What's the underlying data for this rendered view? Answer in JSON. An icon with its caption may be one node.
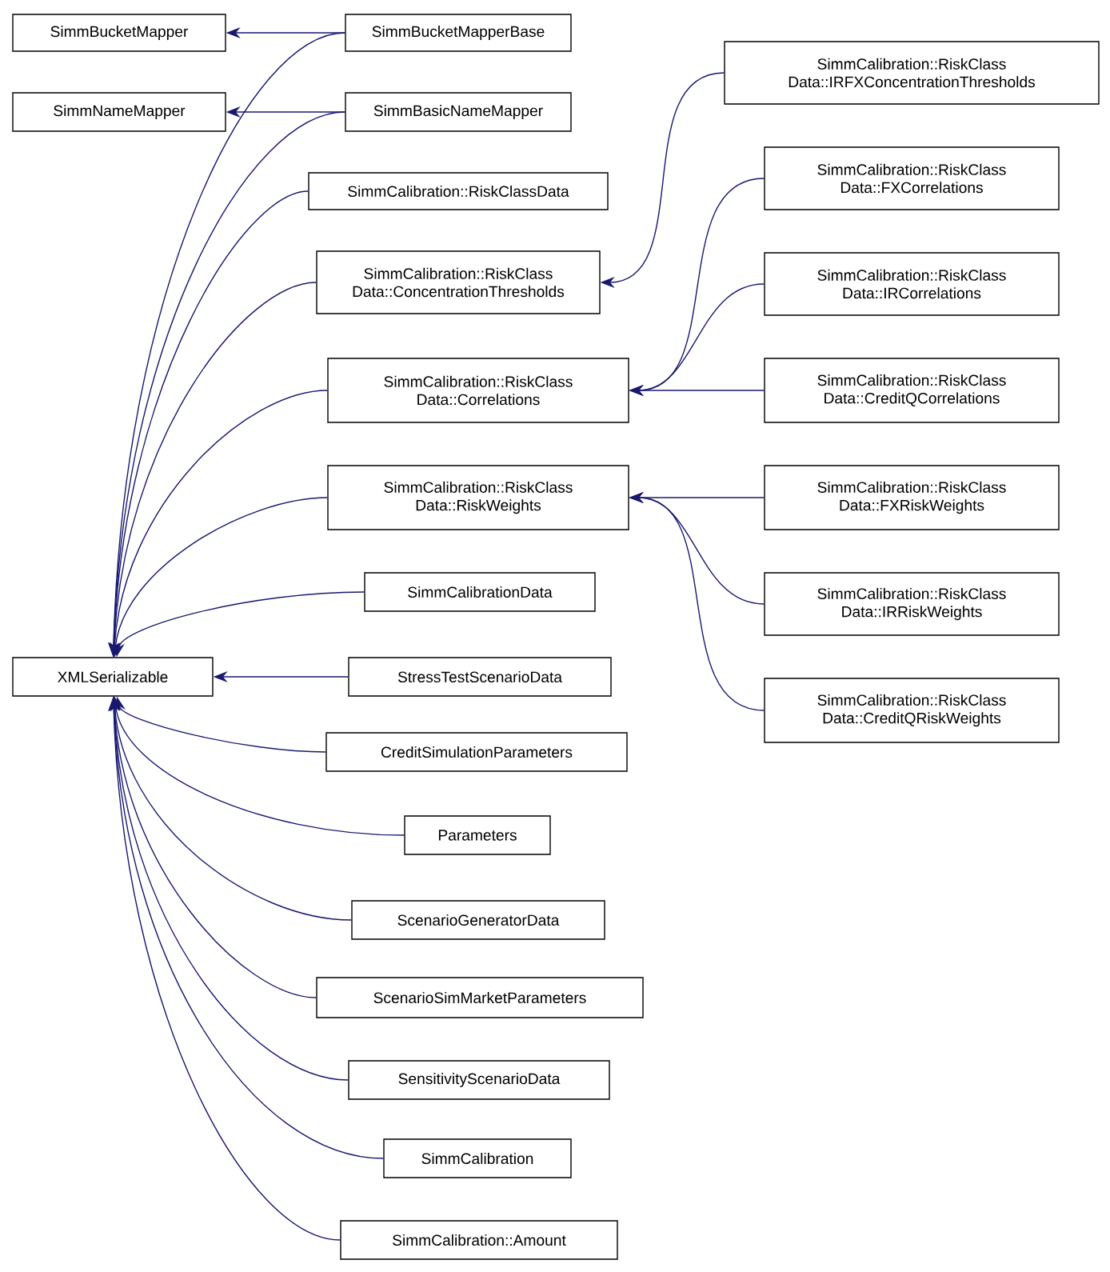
{
  "diagram": {
    "nodes": [
      {
        "text": [
          "SimmBucketMapper"
        ]
      },
      {
        "text": [
          "SimmNameMapper"
        ]
      },
      {
        "text": [
          "XMLSerializable"
        ]
      },
      {
        "text": [
          "SimmBucketMapperBase"
        ]
      },
      {
        "text": [
          "SimmBasicNameMapper"
        ]
      },
      {
        "text": [
          "SimmCalibration::RiskClassData"
        ]
      },
      {
        "text": [
          "SimmCalibration::RiskClass Data::ConcentrationThresholds"
        ]
      },
      {
        "text": [
          "SimmCalibration::RiskClass Data::Correlations"
        ]
      },
      {
        "text": [
          "SimmCalibration::RiskClass Data::RiskWeights"
        ]
      },
      {
        "text": [
          "SimmCalibrationData"
        ]
      },
      {
        "text": [
          "StressTestScenarioData"
        ]
      },
      {
        "text": [
          "CreditSimulationParameters"
        ]
      },
      {
        "text": [
          "Parameters"
        ]
      },
      {
        "text": [
          "ScenarioGeneratorData"
        ]
      },
      {
        "text": [
          "ScenarioSimMarketParameters"
        ]
      },
      {
        "text": [
          "SensitivityScenarioData"
        ]
      },
      {
        "text": [
          "SimmCalibration"
        ]
      },
      {
        "text": [
          "SimmCalibration::Amount"
        ]
      },
      {
        "text": [
          "SimmCalibration::RiskClass Data::IRFXConcentrationThresholds"
        ]
      },
      {
        "text": [
          "SimmCalibration::RiskClass Data::FXCorrelations"
        ]
      },
      {
        "text": [
          "SimmCalibration::RiskClass Data::IRCorrelations"
        ]
      },
      {
        "text": [
          "SimmCalibration::RiskClass Data::CreditQCorrelations"
        ]
      },
      {
        "text": [
          "SimmCalibration::RiskClass Data::FXRiskWeights"
        ]
      },
      {
        "text": [
          "SimmCalibration::RiskClass Data::IRRiskWeights"
        ]
      },
      {
        "text": [
          "SimmCalibration::RiskClass Data::CreditQRiskWeights"
        ]
      }
    ],
    "edges": [
      {
        "from": 3,
        "to": 0,
        "arrow": "to"
      },
      {
        "from": 4,
        "to": 1,
        "arrow": "to"
      },
      {
        "from": 3,
        "to": 2,
        "arrow": "to"
      },
      {
        "from": 4,
        "to": 2,
        "arrow": "to"
      },
      {
        "from": 5,
        "to": 2,
        "arrow": "to"
      },
      {
        "from": 6,
        "to": 2,
        "arrow": "to"
      },
      {
        "from": 7,
        "to": 2,
        "arrow": "to"
      },
      {
        "from": 8,
        "to": 2,
        "arrow": "to"
      },
      {
        "from": 9,
        "to": 2,
        "arrow": "to"
      },
      {
        "from": 10,
        "to": 2,
        "arrow": "to"
      },
      {
        "from": 11,
        "to": 2,
        "arrow": "to"
      },
      {
        "from": 12,
        "to": 2,
        "arrow": "to"
      },
      {
        "from": 13,
        "to": 2,
        "arrow": "to"
      },
      {
        "from": 14,
        "to": 2,
        "arrow": "to"
      },
      {
        "from": 15,
        "to": 2,
        "arrow": "to"
      },
      {
        "from": 16,
        "to": 2,
        "arrow": "to"
      },
      {
        "from": 17,
        "to": 2,
        "arrow": "to"
      },
      {
        "from": 18,
        "to": 6,
        "arrow": "to"
      },
      {
        "from": 19,
        "to": 7,
        "arrow": "to"
      },
      {
        "from": 20,
        "to": 7,
        "arrow": "to"
      },
      {
        "from": 21,
        "to": 7,
        "arrow": "to"
      },
      {
        "from": 22,
        "to": 8,
        "arrow": "to"
      },
      {
        "from": 23,
        "to": 8,
        "arrow": "to"
      },
      {
        "from": 24,
        "to": 8,
        "arrow": "to"
      }
    ]
  }
}
